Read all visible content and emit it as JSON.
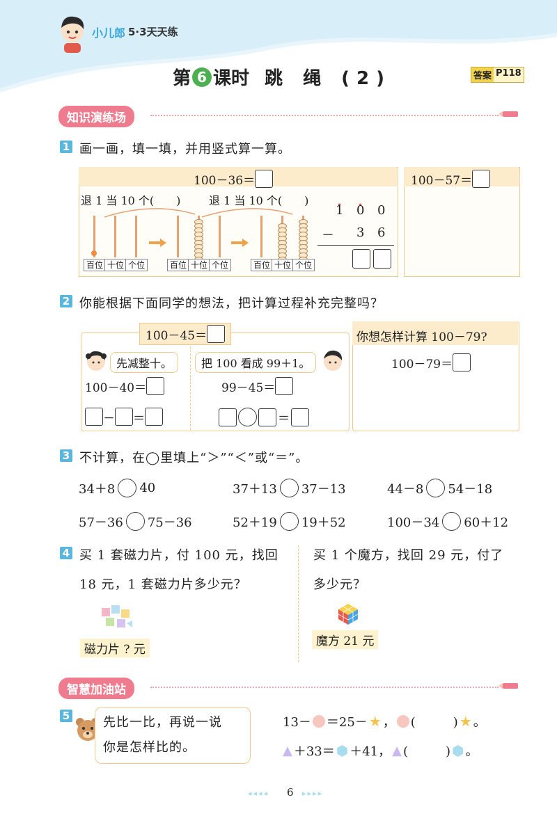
{
  "header": {
    "brand": "小儿郎",
    "series": "5·3天天练"
  },
  "lesson": {
    "prefix": "第",
    "number": "6",
    "suffix": "课时",
    "title": "跳 绳 (2)",
    "answer_label": "答案",
    "answer_page": "P118"
  },
  "sections": {
    "practice": "知识演练场",
    "refuel": "智慧加油站"
  },
  "q1": {
    "num": "1",
    "text": "画一画，填一填，并用竖式算一算。",
    "eq_left": "100－36＝",
    "eq_right": "100－57＝",
    "borrow1": "退 1 当 10 个(　　)",
    "borrow2": "退 1 当 10 个(　　)",
    "places": [
      "百位",
      "十位",
      "个位"
    ],
    "v_top": [
      "1",
      "0",
      "0"
    ],
    "v_minus": "－",
    "v_sub": [
      "3",
      "6"
    ]
  },
  "q2": {
    "num": "2",
    "text": "你能根据下面同学的想法，把计算过程补充完整吗？",
    "eq": "100－45＝",
    "idea1": "先减整十。",
    "idea2": "把 100 看成 99＋1。",
    "step1": "100－40＝",
    "step2": "99－45＝",
    "minus": "－",
    "equals": "＝",
    "right_q": "你想怎样计算 100－79?",
    "right_eq": "100－79＝"
  },
  "q3": {
    "num": "3",
    "text": "不计算，在◯里填上“＞”“＜”或“＝”。",
    "items": [
      {
        "l": "34＋8",
        "r": "40"
      },
      {
        "l": "37＋13",
        "r": "37－13"
      },
      {
        "l": "44－8",
        "r": "54－18"
      },
      {
        "l": "57－36",
        "r": "75－36"
      },
      {
        "l": "52＋19",
        "r": "19＋52"
      },
      {
        "l": "100－34",
        "r": "60＋12"
      }
    ]
  },
  "q4": {
    "num": "4",
    "left_line1": "买 1 套磁力片，付 100 元，找回",
    "left_line2": "18 元，1 套磁力片多少元？",
    "left_tag": "磁力片 ? 元",
    "right_line1": "买 1 个魔方，找回 29 元，付了",
    "right_line2": "多少元？",
    "right_tag": "魔方 21 元"
  },
  "q5": {
    "num": "5",
    "bubble_line1": "先比一比，再说一说",
    "bubble_line2": "你是怎样比的。",
    "eq1_a": "13－",
    "eq1_b": "＝25－",
    "eq1_c": "，",
    "eq1_d": "(　　　)",
    "eq2_a": "＋33＝",
    "eq2_b": "＋41，",
    "eq2_c": "(　　　)"
  },
  "footer": {
    "page": "6",
    "arrows_left": "◂◂◂◂",
    "arrows_right": "▸▸▸▸"
  },
  "colors": {
    "accent_pink": "#ef7c8e",
    "accent_blue": "#5bb6dc",
    "green": "#4caf50",
    "sky": "#d8eef8",
    "bead_orange": "#e9a070"
  },
  "icons": [
    "boy-mascot-icon",
    "girl-avatar-icon",
    "boy-avatar-icon",
    "magnet-tiles-icon",
    "rubiks-cube-icon",
    "bear-icon",
    "pencil-icon"
  ]
}
